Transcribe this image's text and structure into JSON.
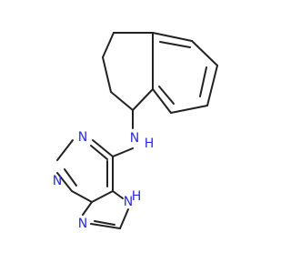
{
  "molecule": {
    "atom_labels": {
      "amine_n": "N",
      "amine_h": "H",
      "ring_n_top": "N",
      "ring_n_left": "N",
      "ring_n_bottom": "N",
      "imidazole_nh": "H",
      "imidazole_n_label": "N"
    },
    "colors": {
      "bond": "#222222",
      "nitrogen": "#2b2bd8"
    }
  }
}
